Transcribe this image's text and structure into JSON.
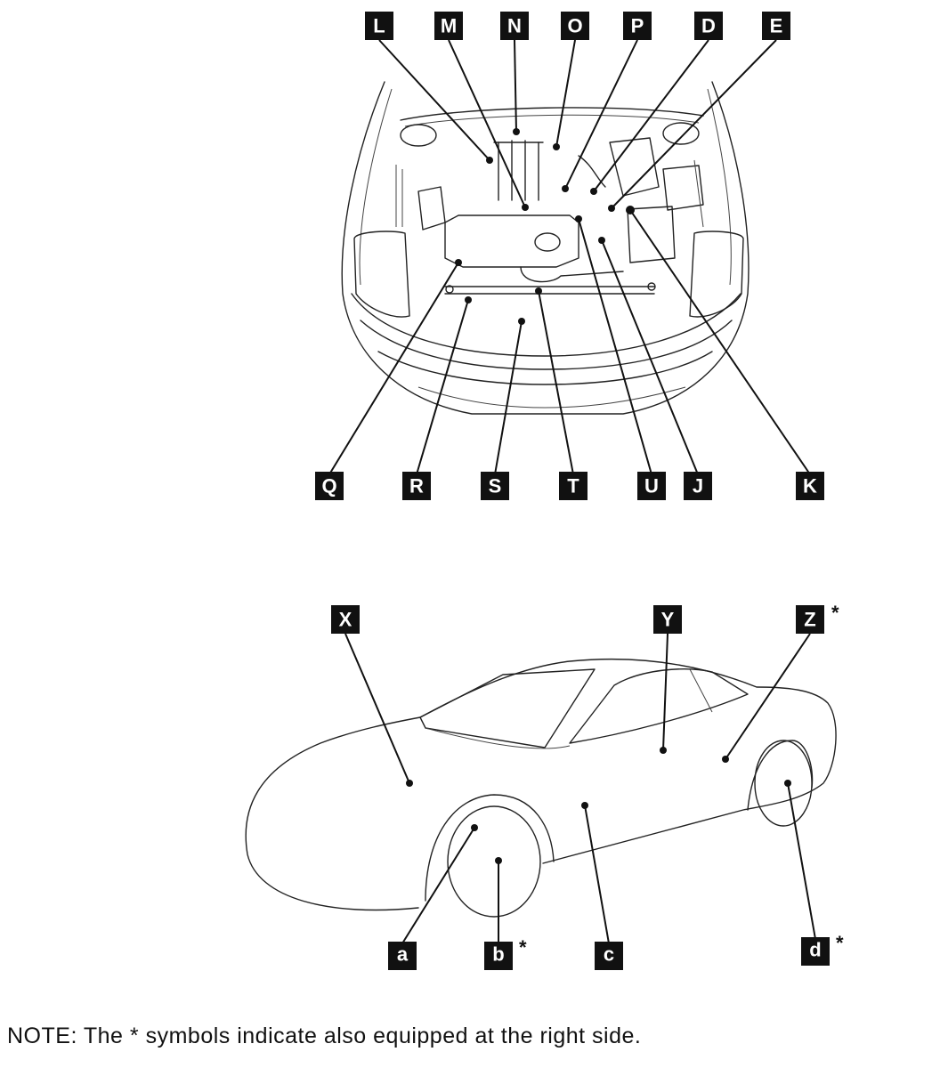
{
  "engine_callouts": [
    {
      "id": "L",
      "star": false
    },
    {
      "id": "M",
      "star": false
    },
    {
      "id": "N",
      "star": false
    },
    {
      "id": "O",
      "star": false
    },
    {
      "id": "P",
      "star": false
    },
    {
      "id": "D",
      "star": false
    },
    {
      "id": "E",
      "star": false
    },
    {
      "id": "Q",
      "star": false
    },
    {
      "id": "R",
      "star": false
    },
    {
      "id": "S",
      "star": false
    },
    {
      "id": "T",
      "star": false
    },
    {
      "id": "U",
      "star": false
    },
    {
      "id": "J",
      "star": false
    },
    {
      "id": "K",
      "star": false
    }
  ],
  "body_callouts": [
    {
      "id": "X",
      "star": false
    },
    {
      "id": "Y",
      "star": false
    },
    {
      "id": "Z",
      "star": true
    },
    {
      "id": "a",
      "star": false
    },
    {
      "id": "b",
      "star": true
    },
    {
      "id": "c",
      "star": false
    },
    {
      "id": "d",
      "star": true
    }
  ],
  "star_symbol": "*",
  "note": "NOTE: The * symbols indicate also equipped at the right side.",
  "colors": {
    "label_bg": "#111111",
    "label_text": "#ffffff",
    "line": "#111111"
  }
}
